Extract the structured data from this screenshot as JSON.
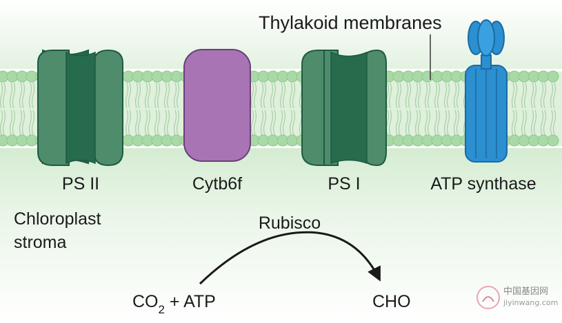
{
  "labels": {
    "membrane": "Thylakoid membranes",
    "stroma_line1": "Chloroplast",
    "stroma_line2": "stroma",
    "enzyme": "Rubisco",
    "product": "CHO",
    "reactant_prefix": "CO",
    "reactant_subscript": "2",
    "reactant_suffix": " + ATP"
  },
  "complexes": [
    {
      "label": "PS II"
    },
    {
      "label": "Cytb6f"
    },
    {
      "label": "PS I"
    },
    {
      "label": "ATP synthase"
    }
  ],
  "colors": {
    "photosystem_dark": "#256b4c",
    "photosystem_light": "#4e8c6c",
    "cytb6f": "#a874b4",
    "atp_synthase": "#2b8fd0",
    "membrane_head": "#a9d9a6",
    "stroma_gradient": "#e6f4e4"
  },
  "watermark": {
    "line1": "中国基因网",
    "line2": "jiyinwang.com"
  }
}
